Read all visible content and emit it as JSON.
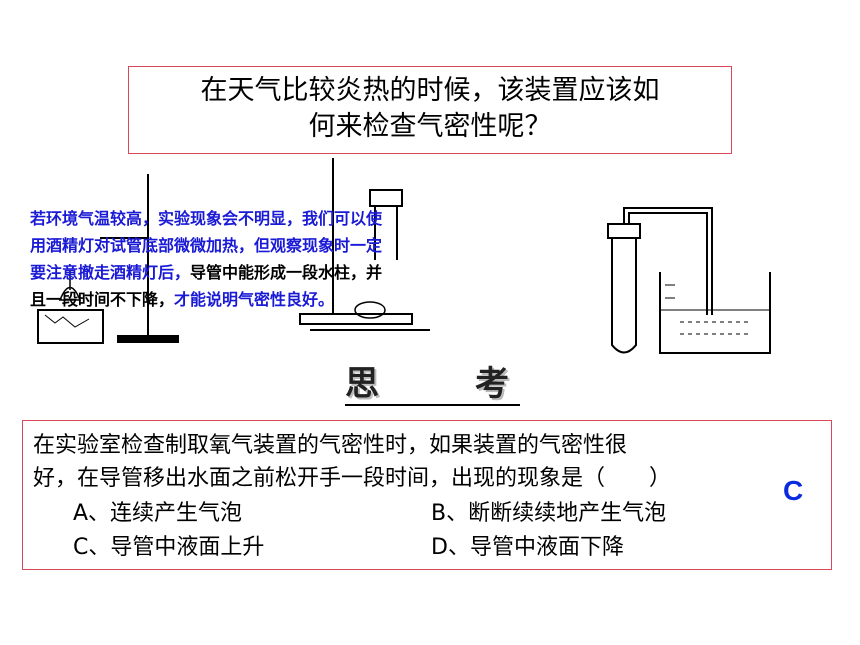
{
  "title": {
    "line1": "在天气比较炎热的时候，该装置应该如",
    "line2": "何来检查气密性呢？"
  },
  "note": {
    "line1": "若环境气温较高，实验现象会不明显，我们可以使",
    "line2": "用酒精灯对试管底部微微加热，但观察现象时一定",
    "line3a": "要注意撤走酒精灯后，",
    "line3b": "导管中能形成一段水柱，并",
    "line4a": "且一段时间不下降，",
    "line4b": "才能说明气密性良好。"
  },
  "think": {
    "char1": "思",
    "char2": "考"
  },
  "question": {
    "line1": "在实验室检查制取氧气装置的气密性时，如果装置的气密性很",
    "line2": "好，在导管移出水面之前松开手一段时间，出现的现象是（　　）",
    "options": {
      "a": "A、连续产生气泡",
      "b": "B、断断续续地产生气泡",
      "c": "C、导管中液面上升",
      "d": "D、导管中液面下降"
    },
    "answer": "C"
  },
  "colors": {
    "border": "#d8475a",
    "note_blue": "#1a1ad6",
    "answer_blue": "#0a2ae0"
  }
}
